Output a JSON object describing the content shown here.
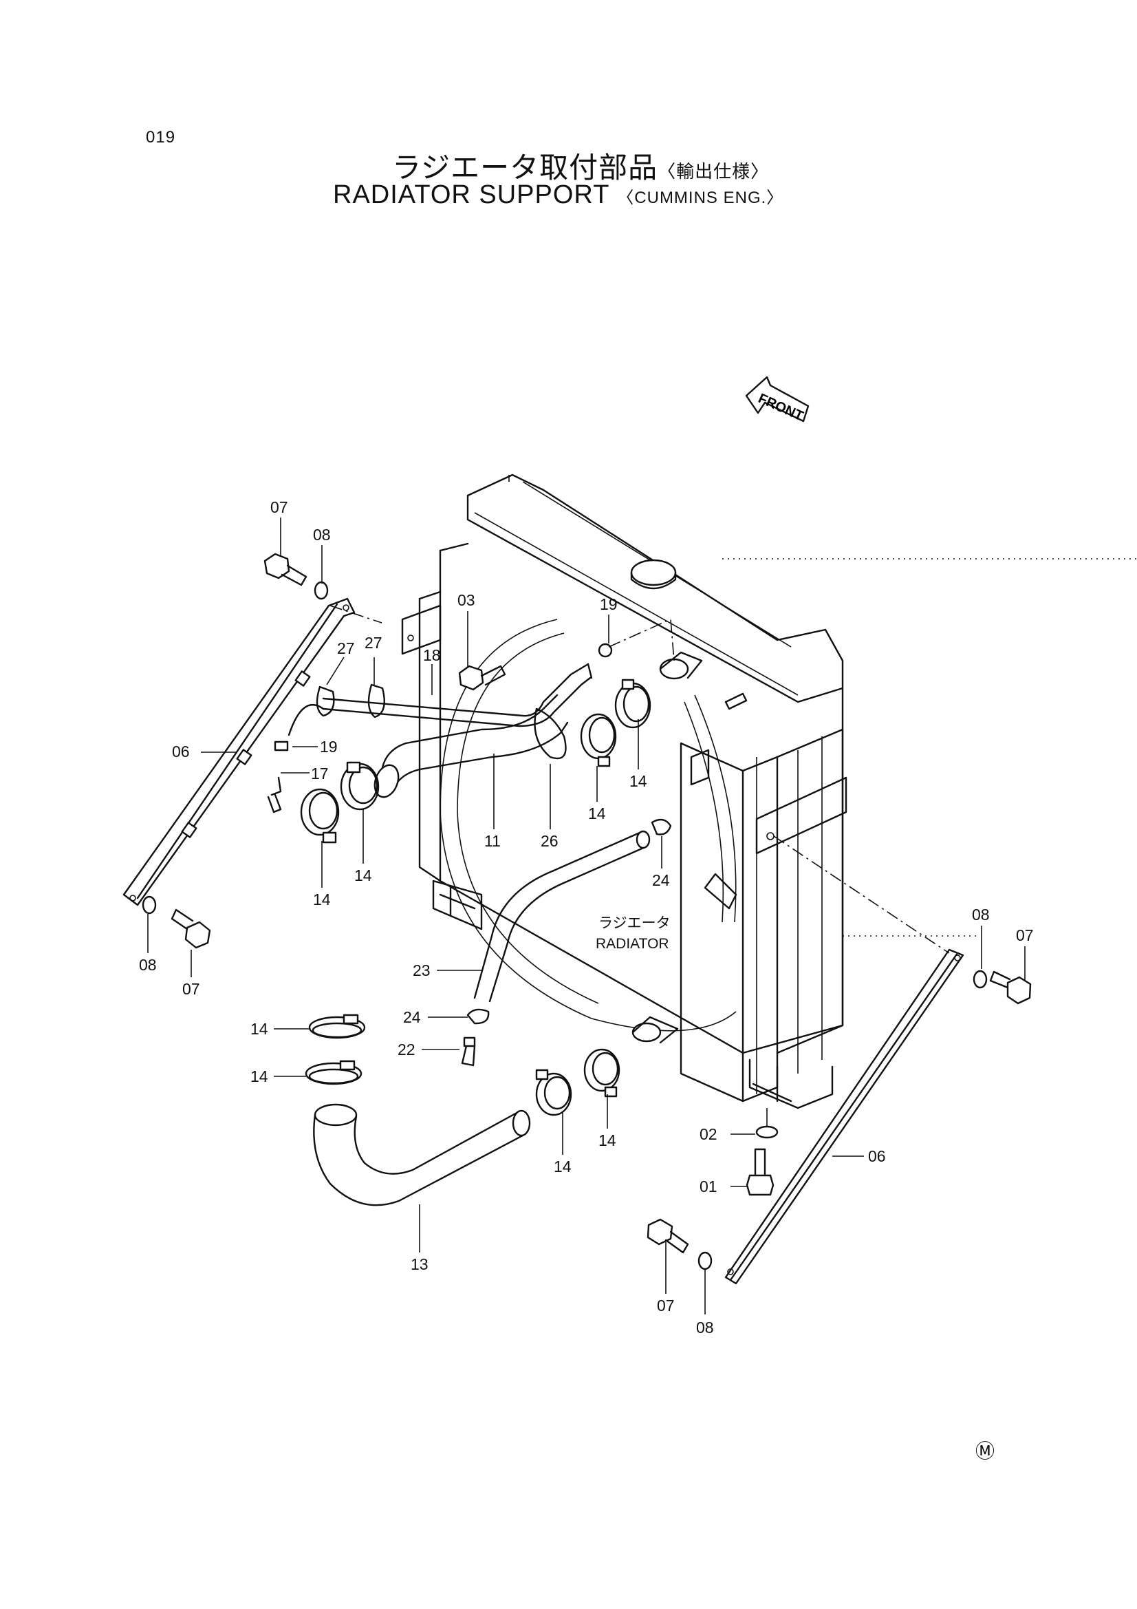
{
  "page_number": "019",
  "title_ja": "ラジエータ取付部品",
  "title_ja_note": "〈輸出仕様〉",
  "title_en": "RADIATOR  SUPPORT",
  "title_en_note": "〈CUMMINS  ENG.〉",
  "front_label": "FRONT",
  "radiator_label_ja": "ラジエータ",
  "radiator_label_en": "RADIATOR",
  "mark": "Ⓜ",
  "callouts": [
    {
      "id": "c07a",
      "text": "07"
    },
    {
      "id": "c08a",
      "text": "08"
    },
    {
      "id": "c03",
      "text": "03"
    },
    {
      "id": "c19a",
      "text": "19"
    },
    {
      "id": "c27a",
      "text": "27"
    },
    {
      "id": "c27b",
      "text": "27"
    },
    {
      "id": "c18",
      "text": "18"
    },
    {
      "id": "c06a",
      "text": "06"
    },
    {
      "id": "c19b",
      "text": "19"
    },
    {
      "id": "c17",
      "text": "17"
    },
    {
      "id": "c14a",
      "text": "14"
    },
    {
      "id": "c14b",
      "text": "14"
    },
    {
      "id": "c11",
      "text": "11"
    },
    {
      "id": "c26",
      "text": "26"
    },
    {
      "id": "c14c",
      "text": "14"
    },
    {
      "id": "c14d",
      "text": "14"
    },
    {
      "id": "c24a",
      "text": "24"
    },
    {
      "id": "c08b",
      "text": "08"
    },
    {
      "id": "c07b",
      "text": "07"
    },
    {
      "id": "c23",
      "text": "23"
    },
    {
      "id": "c24b",
      "text": "24"
    },
    {
      "id": "c22",
      "text": "22"
    },
    {
      "id": "c14e",
      "text": "14"
    },
    {
      "id": "c14f",
      "text": "14"
    },
    {
      "id": "c14g",
      "text": "14"
    },
    {
      "id": "c14h",
      "text": "14"
    },
    {
      "id": "c13",
      "text": "13"
    },
    {
      "id": "c08c",
      "text": "08"
    },
    {
      "id": "c07c",
      "text": "07"
    },
    {
      "id": "c02",
      "text": "02"
    },
    {
      "id": "c01",
      "text": "01"
    },
    {
      "id": "c06b",
      "text": "06"
    },
    {
      "id": "c07d",
      "text": "07"
    },
    {
      "id": "c08d",
      "text": "08"
    }
  ]
}
